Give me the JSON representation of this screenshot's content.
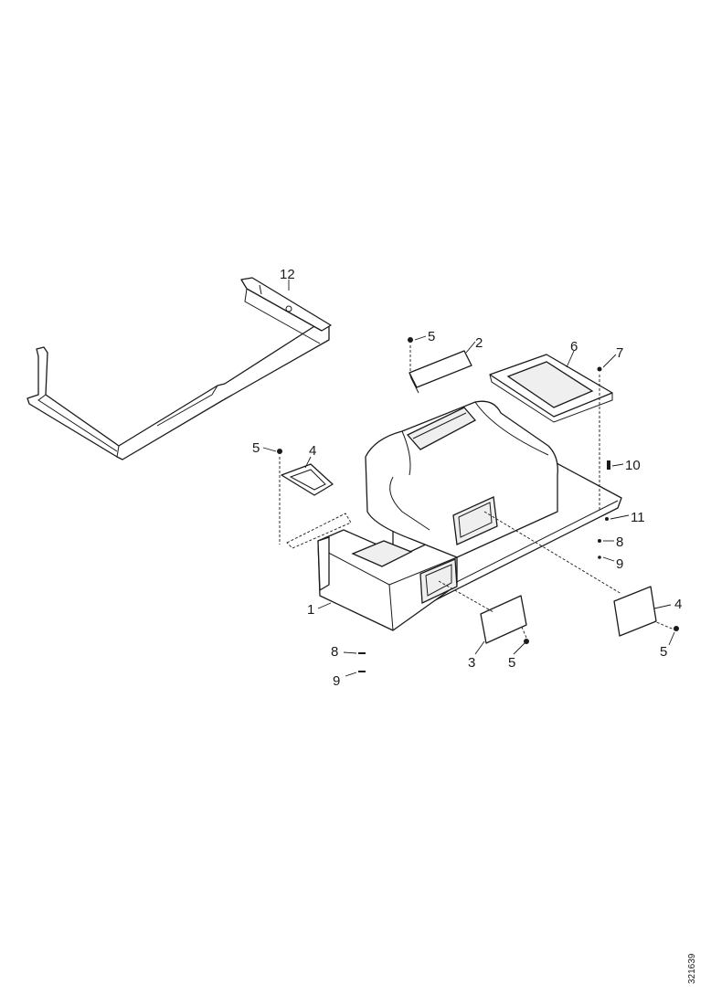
{
  "callouts": {
    "c12": "12",
    "c5_top": "5",
    "c2": "2",
    "c6_top": "6",
    "c7": "7",
    "c5_left": "5",
    "c4_left": "4",
    "c10": "10",
    "c11": "11",
    "c8_right": "8",
    "c9_right": "9",
    "c1": "1",
    "c4_right": "4",
    "c5_right": "5",
    "c8_left": "8",
    "c9_left": "9",
    "c3": "3",
    "c5_bottom": "5"
  },
  "document_number": "321639"
}
